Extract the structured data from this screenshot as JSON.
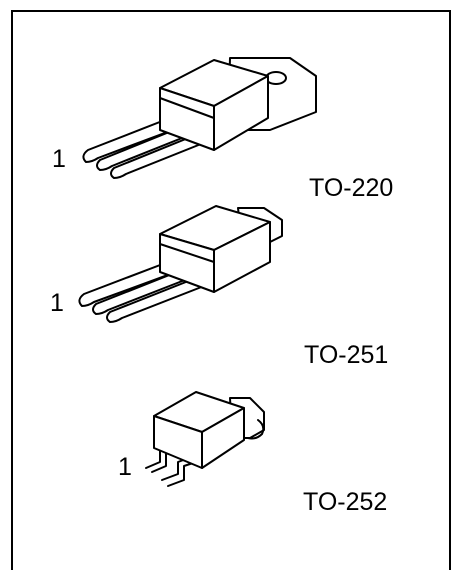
{
  "packages": [
    {
      "id": "to220",
      "label": "TO-220",
      "pin_marker": "1"
    },
    {
      "id": "to251",
      "label": "TO-251",
      "pin_marker": "1"
    },
    {
      "id": "to252",
      "label": "TO-252",
      "pin_marker": "1"
    }
  ],
  "colors": {
    "line": "#000000",
    "background": "#ffffff"
  }
}
